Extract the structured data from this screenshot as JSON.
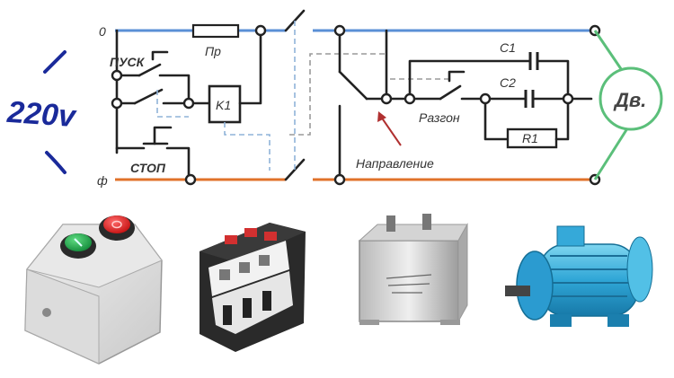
{
  "diagram": {
    "voltage": "220v",
    "line_zero": "0",
    "line_phase": "ф",
    "start": "ПУСК",
    "stop": "СТОП",
    "fuse": "Пр",
    "contactor": "K1",
    "cap1": "C1",
    "cap2": "C2",
    "boost": "Разгон",
    "resistor": "R1",
    "direction": "Направление",
    "motor": "Дв."
  },
  "colors": {
    "zero_line": "#5a8fd6",
    "phase_line": "#e0722a",
    "start_label": "#2e8b2e",
    "stop_label": "#d42020",
    "voltage_text": "#1a2a9a",
    "motor_ring": "#5bbf7a",
    "arrow": "#b03030"
  },
  "photos": [
    {
      "name": "push-button-station",
      "buttons": [
        "green",
        "red"
      ]
    },
    {
      "name": "magnetic-contactor"
    },
    {
      "name": "capacitor"
    },
    {
      "name": "electric-motor"
    }
  ]
}
